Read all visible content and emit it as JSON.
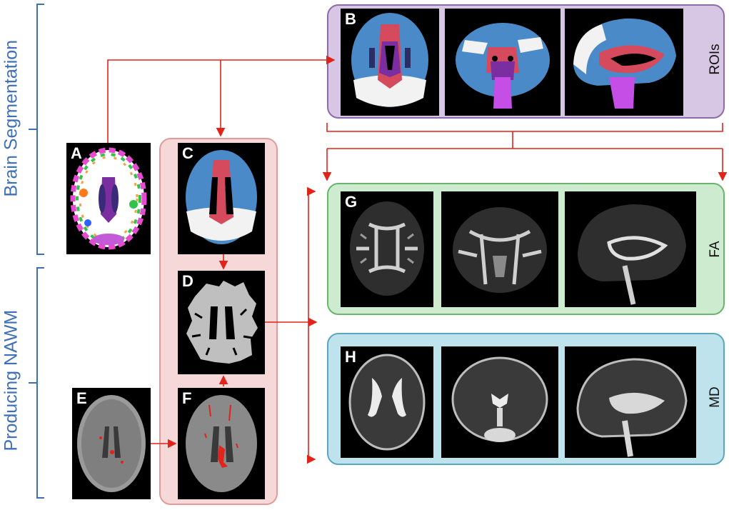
{
  "sections": {
    "brain_segmentation": "Brain Segmentation",
    "producing_nawm": "Producing NAWM"
  },
  "panels": {
    "A": "A",
    "B": "B",
    "C": "C",
    "D": "D",
    "E": "E",
    "F": "F",
    "G": "G",
    "H": "H"
  },
  "side_labels": {
    "rois": "ROIs",
    "fa": "FA",
    "md": "MD"
  },
  "colors": {
    "brace": "#3f6fb5",
    "arrow": "#e2231a",
    "rois_panel": "#d7c6e4",
    "nawm_panel": "#f7d8d8",
    "fa_panel": "#cdeccf",
    "md_panel": "#bfe3ec"
  }
}
